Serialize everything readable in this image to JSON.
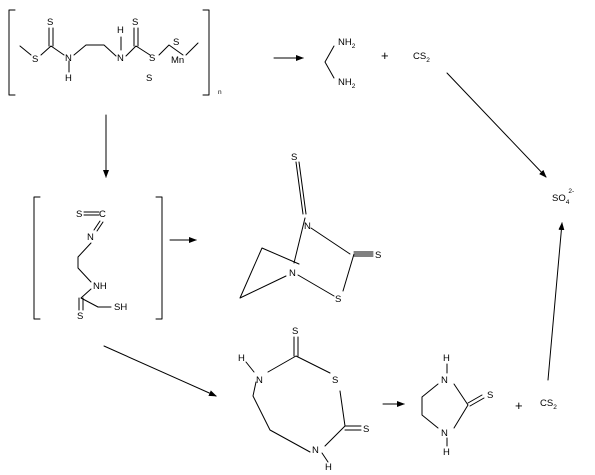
{
  "labels": {
    "S": "S",
    "N": "N",
    "H": "H",
    "C": "C",
    "SH": "SH",
    "Mn": "Mn",
    "NH": "NH",
    "NH2": "NH",
    "sub_2": "2",
    "n": "n",
    "plus": "+",
    "CS": "CS",
    "SO4_base": "SO",
    "SO4_sub": "4",
    "SO4_sup": "2-"
  }
}
